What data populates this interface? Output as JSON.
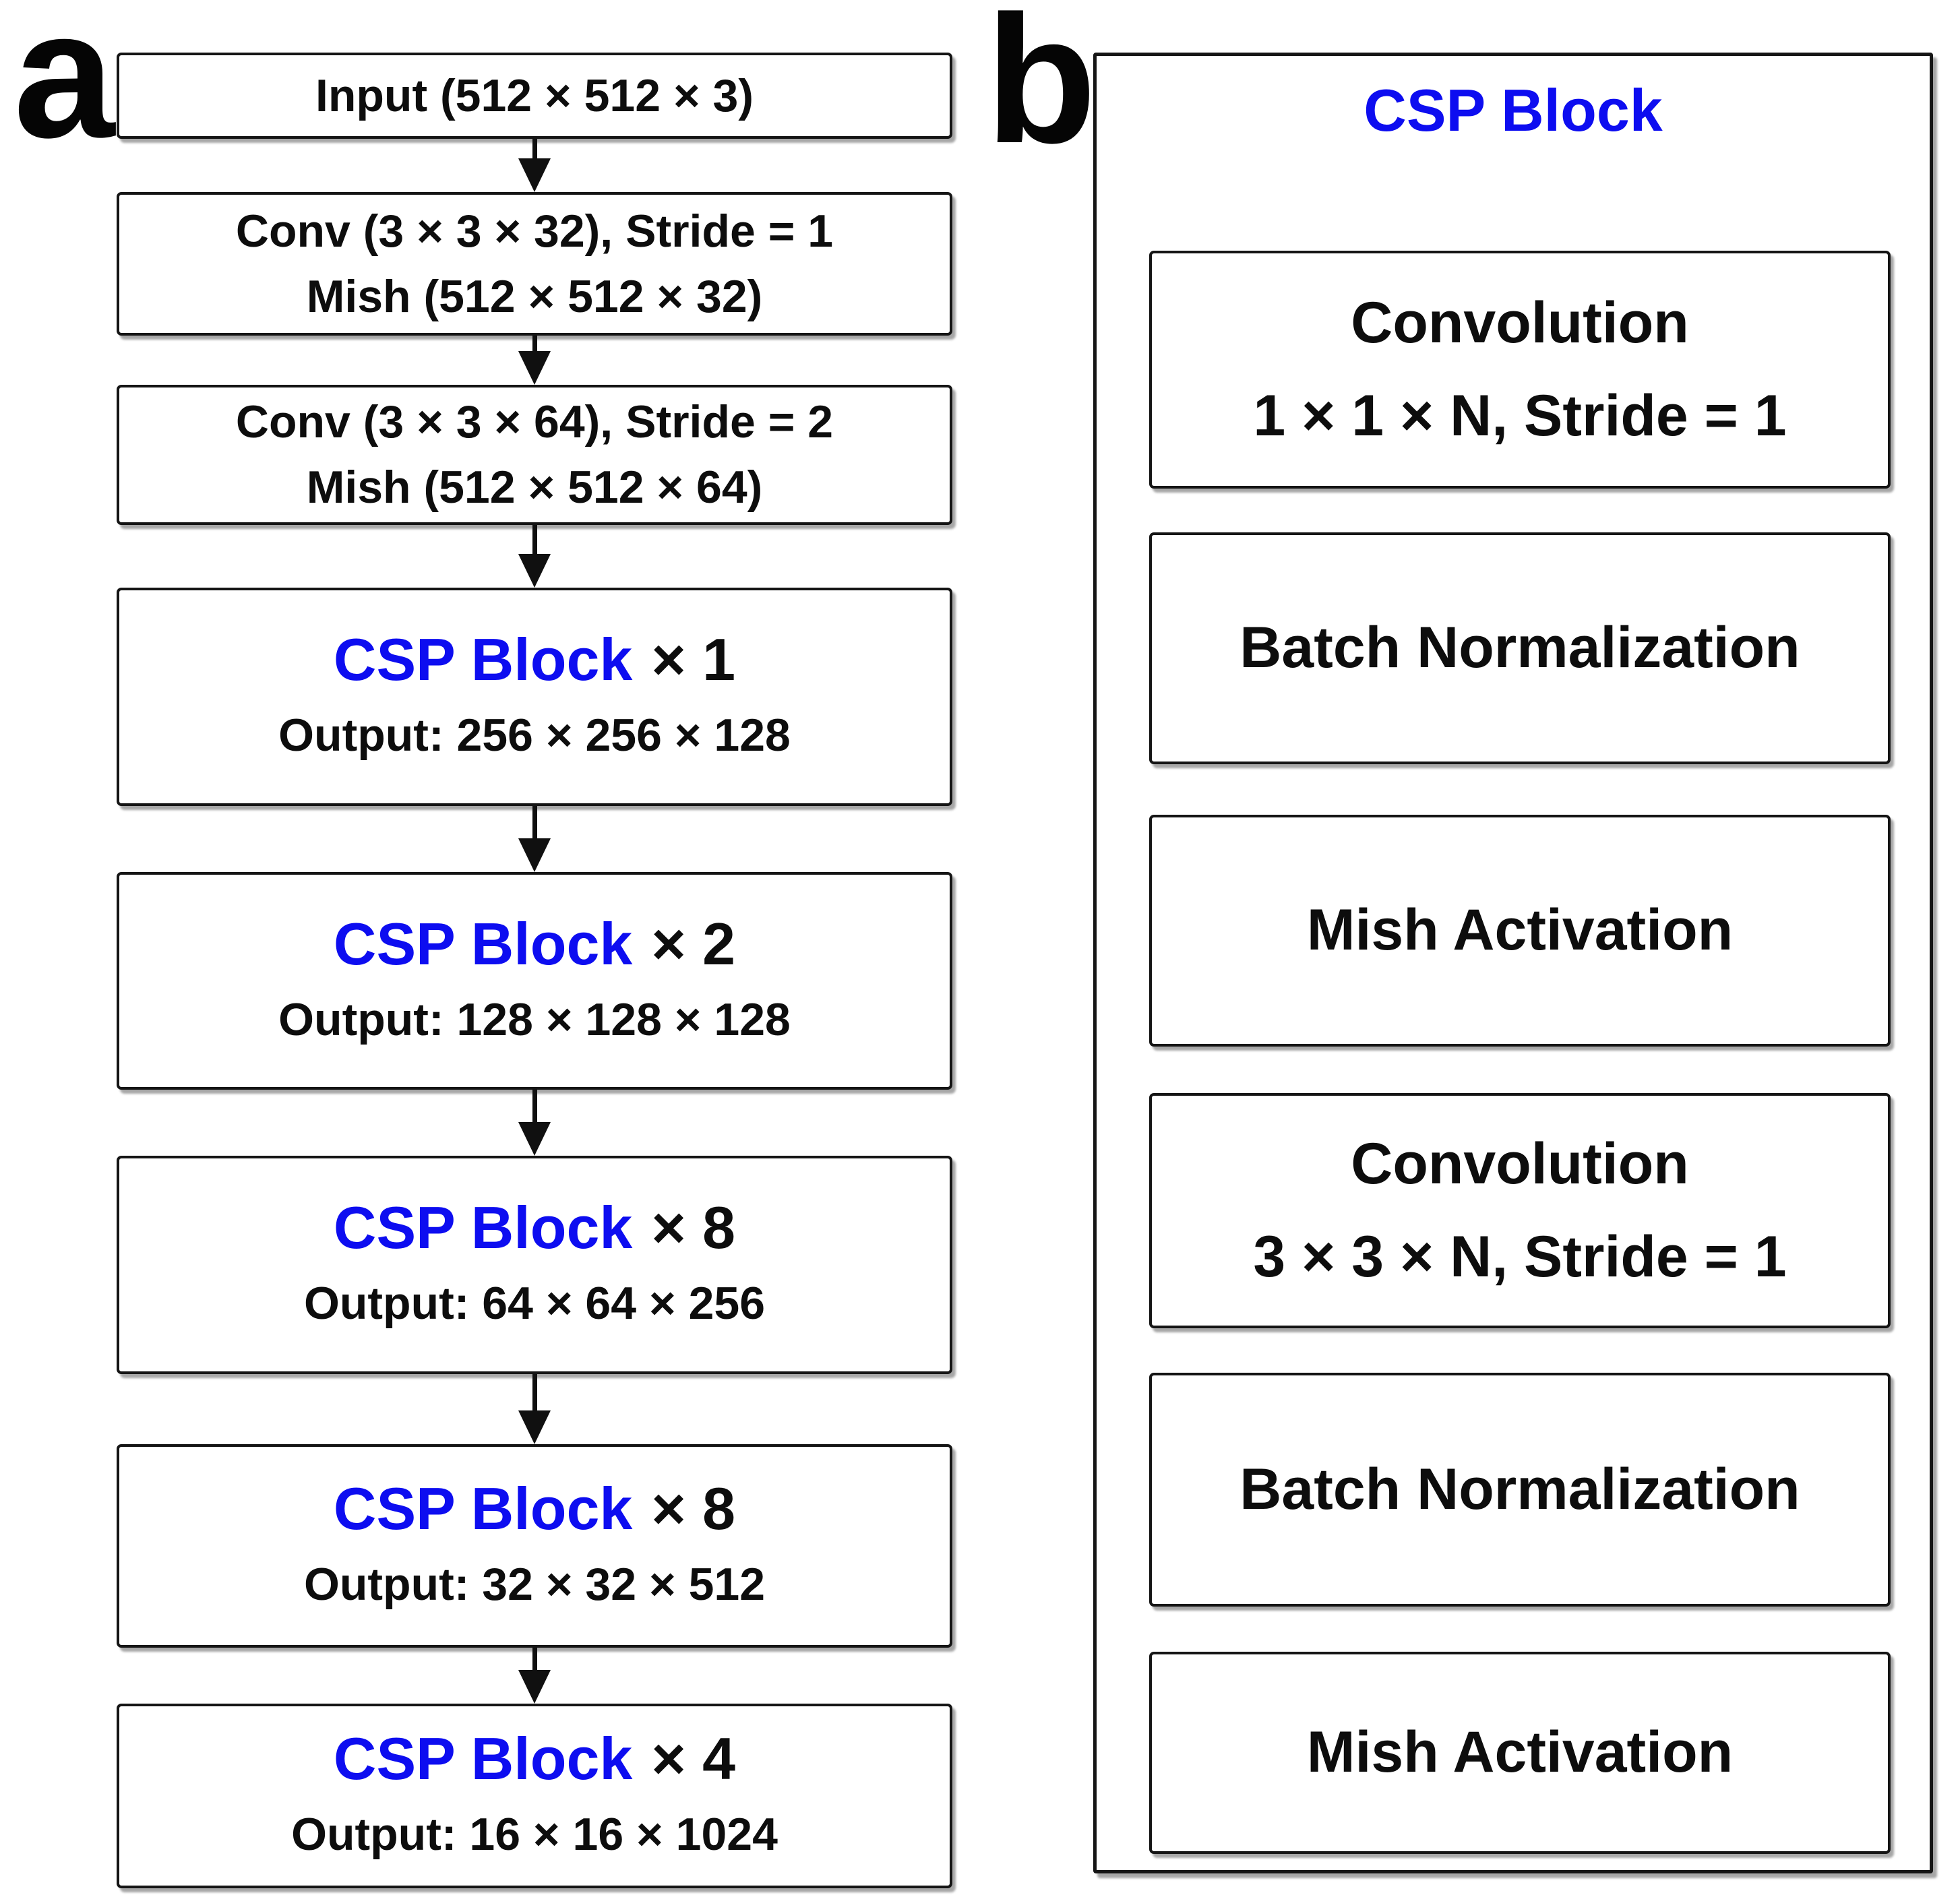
{
  "figure": {
    "panel_a_label": "a",
    "panel_b_label": "b"
  },
  "colors": {
    "accent_blue": "#0d0df0",
    "text_black": "#0d0d0d",
    "border_black": "#151515"
  },
  "panel_a": {
    "input_box": {
      "line1": "Input (512 × 512 × 3)"
    },
    "conv_box_1": {
      "line1": "Conv (3 × 3 × 32), Stride = 1",
      "line2": "Mish (512 × 512 × 32)"
    },
    "conv_box_2": {
      "line1": "Conv (3 × 3 × 64), Stride = 2",
      "line2": "Mish (512 × 512 × 64)"
    },
    "csp_stages": [
      {
        "name": "CSP Block",
        "multiplier": "× 1",
        "output": "Output: 256 × 256 × 128"
      },
      {
        "name": "CSP Block",
        "multiplier": "× 2",
        "output": "Output: 128 × 128 × 128"
      },
      {
        "name": "CSP Block",
        "multiplier": "× 8",
        "output": "Output: 64 × 64 × 256"
      },
      {
        "name": "CSP Block",
        "multiplier": "× 8",
        "output": "Output: 32 × 32 × 512"
      },
      {
        "name": "CSP Block",
        "multiplier": "× 4",
        "output": "Output: 16 × 16 × 1024"
      }
    ]
  },
  "panel_b": {
    "title": "CSP Block",
    "steps": [
      {
        "line1": "Convolution",
        "line2": "1 × 1 × N, Stride = 1"
      },
      {
        "line1": "Batch Normalization"
      },
      {
        "line1": "Mish Activation"
      },
      {
        "line1": "Convolution",
        "line2": "3 × 3 × N, Stride = 1"
      },
      {
        "line1": "Batch Normalization"
      },
      {
        "line1": "Mish Activation"
      }
    ]
  }
}
